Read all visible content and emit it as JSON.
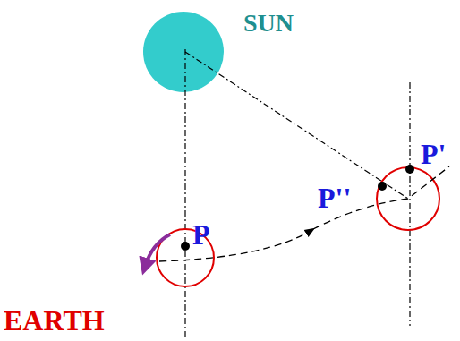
{
  "diagram": {
    "labels": [
      "SUN",
      "P",
      "P''",
      "P'",
      "EARTH"
    ]
  }
}
